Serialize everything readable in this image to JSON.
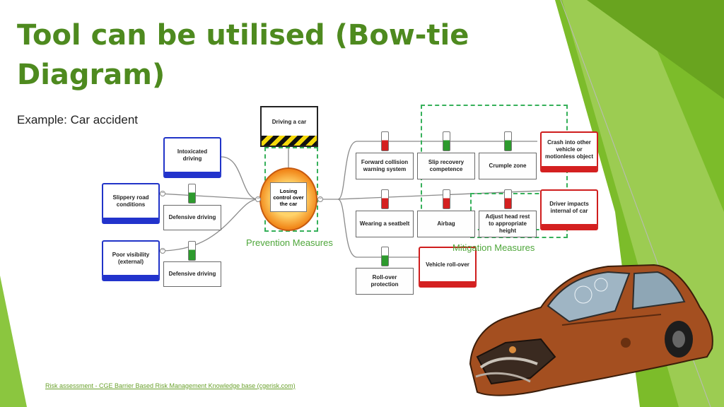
{
  "slide": {
    "title": "Tool can be utilised (Bow-tie Diagram)",
    "subtitle": "Example: Car accident",
    "footer_link": "Risk assessment - CGE Barrier Based Risk Management Knowledge base (cgerisk.com)",
    "colors": {
      "title": "#4e8a1f",
      "accent_green": "#7cbc2a",
      "threat_blue": "#2233cc",
      "consequence_red": "#d42020",
      "dashed_green": "#36b05a"
    }
  },
  "diagram": {
    "hazard": "Driving a car",
    "top_event": "Losing control over the car",
    "threats": [
      "Intoxicated driving",
      "Slippery road conditions",
      "Poor visibility (external)"
    ],
    "prevention_barriers": [
      "Defensive driving",
      "Defensive driving"
    ],
    "mitigation_barriers": {
      "row1": [
        "Forward collision warning system",
        "Slip recovery competence",
        "Crumple zone"
      ],
      "row2": [
        "Wearing a seatbelt",
        "Airbag",
        "Adjust head rest to appropriate height"
      ],
      "row3": [
        "Roll-over protection"
      ]
    },
    "consequences": [
      "Crash into other vehicle or motionless object",
      "Driver impacts internal of car",
      "Vehicle roll-over"
    ],
    "annotations": {
      "prevention": "Prevention Measures",
      "mitigation": "Mitigation Measures"
    }
  }
}
